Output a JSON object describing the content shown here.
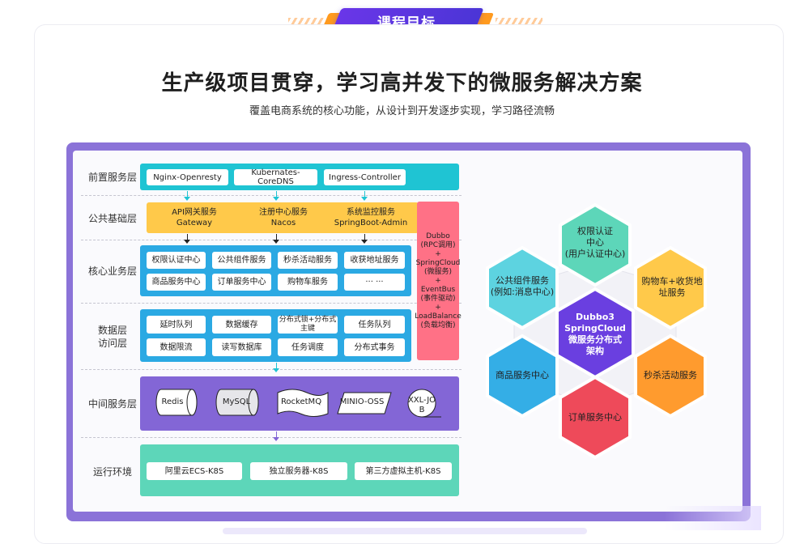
{
  "header": {
    "badge": "课程目标",
    "title": "生产级项目贯穿，学习高并发下的微服务解决方案",
    "subtitle": "覆盖电商系统的核心功能，从设计到开发逐步实现，学习路径流畅"
  },
  "layers": {
    "front": {
      "label": "前置服务层",
      "items": [
        "Nginx-Openresty",
        "Kubernates-CoreDNS",
        "Ingress-Controller"
      ]
    },
    "public": {
      "label": "公共基础层",
      "items": [
        "API网关服务\nGateway",
        "注册中心服务\nNacos",
        "系统监控服务\nSpringBoot-Admin"
      ]
    },
    "core": {
      "label": "核心业务层",
      "items": [
        "权限认证中心",
        "公共组件服务",
        "秒杀活动服务",
        "收获地址服务",
        "商品服务中心",
        "订单服务中心",
        "购物车服务",
        "··· ···"
      ]
    },
    "data": {
      "label": "数据层\n访问层",
      "items": [
        "延时队列",
        "数据缓存",
        "分布式锁+分布式主键",
        "任务队列",
        "数据限流",
        "读写数据库",
        "任务调度",
        "分布式事务"
      ]
    },
    "middleware": {
      "label": "中间服务层",
      "items": [
        "Redis",
        "MySQL",
        "RocketMQ",
        "MINIO-OSS",
        "XXL-JOB"
      ]
    },
    "runtime": {
      "label": "运行环境",
      "items": [
        "阿里云ECS-K8S",
        "独立服务器-K8S",
        "第三方虚拟主机-K8S"
      ]
    }
  },
  "side_column": "Dubbo\n(RPC调用)\n+\nSpringCloud\n(微服务)\n+\nEventBus\n(事件驱动)\n+\nLoadBalance\n(负载均衡)",
  "hexagons": {
    "center": "Dubbo3\nSpringCloud\n微服务分布式\n架构",
    "top": "权限认证\n中心\n(用户认证中心)",
    "upper_left": "公共组件服务\n(例如:消息中心)",
    "upper_right": "购物车+收货地\n址服务",
    "lower_left": "商品服务中心",
    "lower_right": "秒杀活动服务",
    "bottom": "订单服务中心"
  },
  "colors": {
    "badge": "#5a36e0",
    "front_band": "#1fc4d3",
    "public_box": "#ffc94a",
    "core_band": "#2ba9e3",
    "middleware_band": "#8366d6",
    "runtime_band": "#5dd6b9",
    "side_column": "#ff7186",
    "hex_center": "#6a3fe0",
    "hex_top": "#5dd6b9",
    "hex_upper_left": "#5dd3e0",
    "hex_upper_right": "#ffc94a",
    "hex_lower_left": "#34aee6",
    "hex_lower_right": "#ff9b2e",
    "hex_bottom": "#ee4a5a"
  }
}
